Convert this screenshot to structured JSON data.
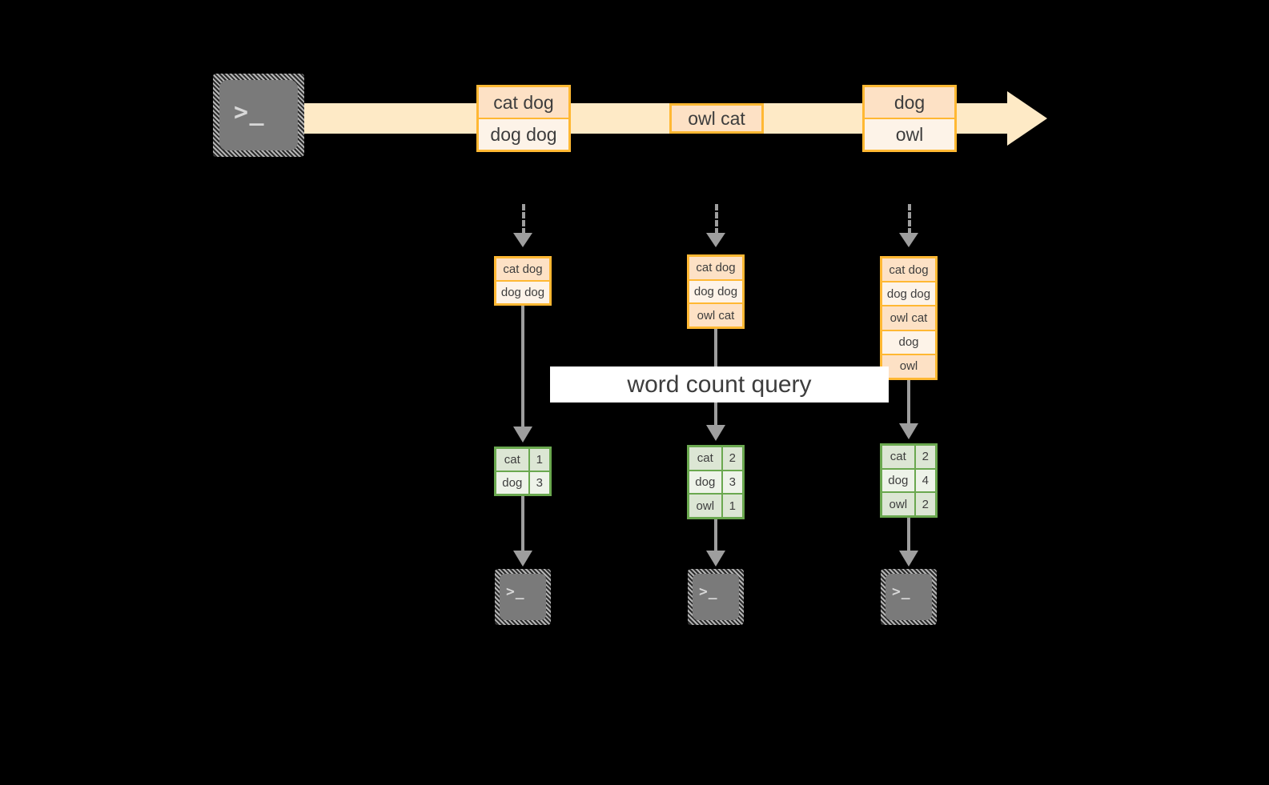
{
  "diagram": {
    "title_label": "word count query",
    "colors": {
      "stream_fill": "#feeac6",
      "record_border": "#ffb833",
      "record_fill_dark": "#fde1c5",
      "record_fill_light": "#fdf3e8",
      "table_border": "#6aa84f",
      "table_fill_dark": "#dce6d4",
      "table_fill_light": "#eef3e9",
      "connector": "#9e9e9e",
      "terminal_fill": "#7a7a7a",
      "background": "#000000"
    },
    "terminal_glyph": ">_",
    "producer": {
      "icon_name": "terminal-icon"
    },
    "stream_records": [
      {
        "lines": [
          "cat dog",
          "dog dog"
        ]
      },
      {
        "lines": [
          "owl cat"
        ]
      },
      {
        "lines": [
          "dog",
          "owl"
        ]
      }
    ],
    "snapshots": [
      {
        "name": "snapshot-1",
        "records": [
          "cat dog",
          "dog dog"
        ],
        "result": {
          "rows": [
            {
              "word": "cat",
              "count": "1"
            },
            {
              "word": "dog",
              "count": "3"
            }
          ]
        },
        "consumer": {
          "icon_name": "terminal-icon"
        }
      },
      {
        "name": "snapshot-2",
        "records": [
          "cat dog",
          "dog dog",
          "owl cat"
        ],
        "result": {
          "rows": [
            {
              "word": "cat",
              "count": "2"
            },
            {
              "word": "dog",
              "count": "3"
            },
            {
              "word": "owl",
              "count": "1"
            }
          ]
        },
        "consumer": {
          "icon_name": "terminal-icon"
        }
      },
      {
        "name": "snapshot-3",
        "records": [
          "cat dog",
          "dog dog",
          "owl cat",
          "dog",
          "owl"
        ],
        "result": {
          "rows": [
            {
              "word": "cat",
              "count": "2"
            },
            {
              "word": "dog",
              "count": "4"
            },
            {
              "word": "owl",
              "count": "2"
            }
          ]
        },
        "consumer": {
          "icon_name": "terminal-icon"
        }
      }
    ]
  }
}
